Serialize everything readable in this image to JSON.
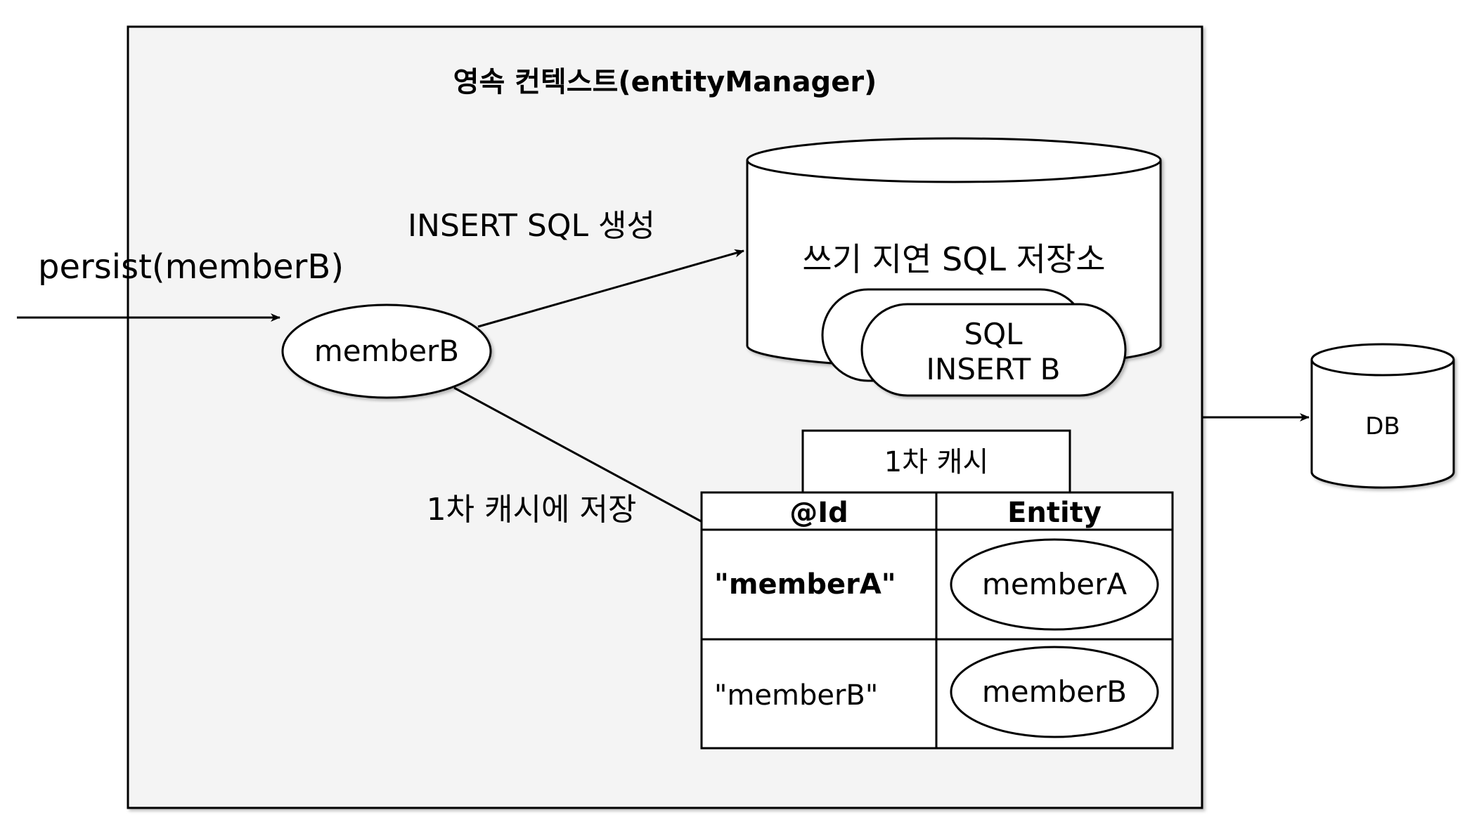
{
  "context": {
    "title": "영속 컨텍스트(entityManager)"
  },
  "call": {
    "label": "persist(memberB)"
  },
  "entity_node": {
    "label": "memberB"
  },
  "insert_edge": {
    "label": "INSERT SQL 생성"
  },
  "cache_edge": {
    "label": "1차 캐시에 저장"
  },
  "write_behind_store": {
    "title": "쓰기 지연 SQL 저장소",
    "sql_line1": "SQL",
    "sql_line2": "INSERT B"
  },
  "first_level_cache": {
    "title": "1차 캐시",
    "columns": [
      "@Id",
      "Entity"
    ],
    "rows": [
      {
        "id": "\"memberA\"",
        "entity": "memberA"
      },
      {
        "id": "\"memberB\"",
        "entity": "memberB"
      }
    ]
  },
  "db": {
    "label": "DB"
  },
  "colors": {
    "context_fill": "#f4f4f4",
    "stroke": "#000000",
    "shape_fill": "#ffffff"
  }
}
